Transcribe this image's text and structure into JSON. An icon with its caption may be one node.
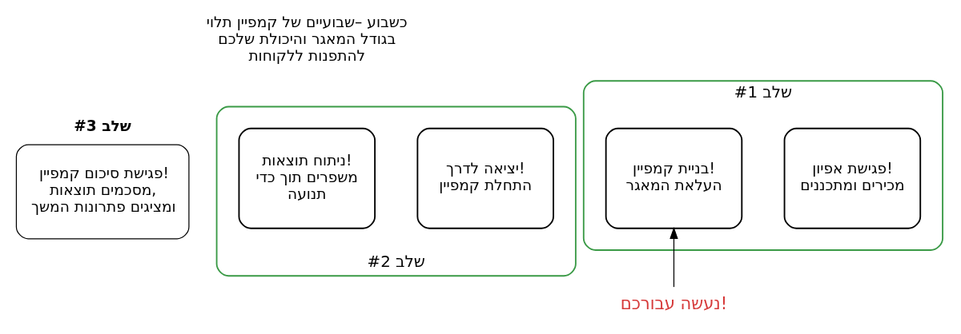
{
  "diagram": {
    "nodes": [
      {
        "text": [
          "שלב #1"
        ]
      },
      {
        "text": [
          "פגישת אפיון! מכירים ומתכננים"
        ],
        "in": 0
      },
      {
        "text": [
          "בניית קמפיין! העלאת המאגר"
        ],
        "in": 0
      },
      {
        "text": [
          "שלב #2"
        ],
        "beside": [
          "כשבוע –שבועיים של קמפיין תלוי בגודל המאגר והיכולת שלכם להתפנות ללקוחות"
        ]
      },
      {
        "text": [
          "יציאה לדרך! התחלת קמפיין"
        ],
        "in": 3
      },
      {
        "text": [
          "ניתוח תוצאות! משפרים תוך כדי תנועה"
        ],
        "in": 3
      },
      {
        "text": [
          "שלב #3",
          "פגישת סיכום קמפיין! מסכמים תוצאות, ומציגים פתרונות המשך"
        ]
      },
      {
        "text": [
          "נעשה עבורכם!"
        ]
      }
    ],
    "edges": [
      {
        "from": 7,
        "to": 2,
        "arrow": "to"
      }
    ]
  }
}
